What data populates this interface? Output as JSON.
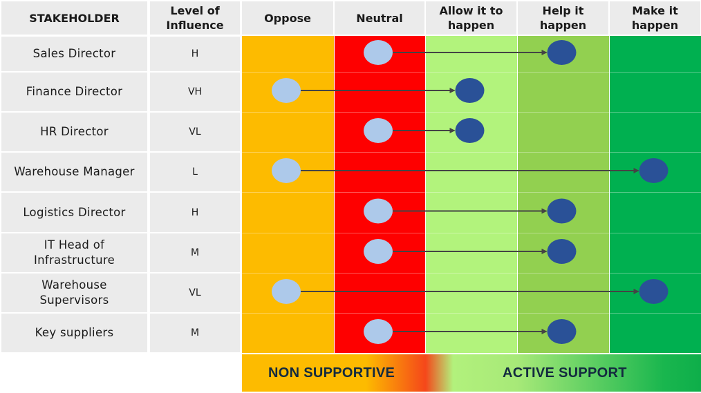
{
  "headers": {
    "stakeholder": "STAKEHOLDER",
    "influence": [
      "Level of",
      "Influence"
    ],
    "stages": [
      [
        "Oppose"
      ],
      [
        "Neutral"
      ],
      [
        "Allow it to",
        "happen"
      ],
      [
        "Help it",
        "happen"
      ],
      [
        "Make it",
        "happen"
      ]
    ]
  },
  "colors": {
    "header_bg": "#ebebeb",
    "oppose": "#fdbb00",
    "neutral": "#fe0000",
    "allow": "#b2f37c",
    "help": "#92d050",
    "make": "#00b050",
    "current_marker": "#adc9ea",
    "target_marker": "#2a5197",
    "arrow": "#444444",
    "footer_text": "#132a3f"
  },
  "stakeholders": [
    {
      "name": [
        "Sales  Director"
      ],
      "influence": "H",
      "current": 1,
      "target": 3
    },
    {
      "name": [
        "Finance Director"
      ],
      "influence": "VH",
      "current": 0,
      "target": 2
    },
    {
      "name": [
        "HR Director"
      ],
      "influence": "VL",
      "current": 1,
      "target": 2
    },
    {
      "name": [
        "Warehouse Manager"
      ],
      "influence": "L",
      "current": 0,
      "target": 4
    },
    {
      "name": [
        "Logistics Director"
      ],
      "influence": "H",
      "current": 1,
      "target": 3
    },
    {
      "name": [
        "IT Head of",
        "Infrastructure"
      ],
      "influence": "M",
      "current": 1,
      "target": 3
    },
    {
      "name": [
        "Warehouse",
        "Supervisors"
      ],
      "influence": "VL",
      "current": 0,
      "target": 4
    },
    {
      "name": [
        "Key suppliers"
      ],
      "influence": "M",
      "current": 1,
      "target": 3
    }
  ],
  "footer": {
    "non_supportive": "NON SUPPORTIVE",
    "active_support": "ACTIVE SUPPORT"
  }
}
